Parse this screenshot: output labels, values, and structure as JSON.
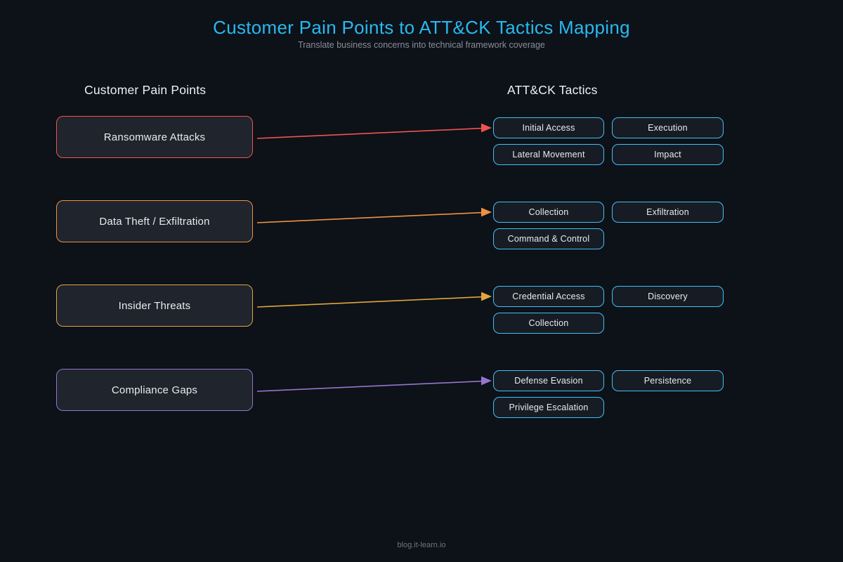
{
  "title": "Customer Pain Points to ATT&CK Tactics Mapping",
  "subtitle": "Translate business concerns into technical framework coverage",
  "columns": {
    "left": "Customer Pain Points",
    "right": "ATT&CK Tactics"
  },
  "footer": "blog.it-learn.io",
  "colors": {
    "background": "#0d1118",
    "title": "#28b9f0",
    "tactic_border": "#42c0f5",
    "ransomware": "#ef5350",
    "data_theft": "#f0913f",
    "insider_threats": "#dfa63e",
    "compliance": "#9575cd"
  },
  "mappings": [
    {
      "pain": "Ransomware Attacks",
      "color": "#ef5350",
      "tactics": [
        "Initial Access",
        "Execution",
        "Lateral Movement",
        "Impact"
      ]
    },
    {
      "pain": "Data Theft / Exfiltration",
      "color": "#f0913f",
      "tactics": [
        "Collection",
        "Exfiltration",
        "Command & Control"
      ]
    },
    {
      "pain": "Insider Threats",
      "color": "#dfa63e",
      "tactics": [
        "Credential Access",
        "Discovery",
        "Collection"
      ]
    },
    {
      "pain": "Compliance Gaps",
      "color": "#9575cd",
      "tactics": [
        "Defense Evasion",
        "Persistence",
        "Privilege Escalation"
      ]
    }
  ]
}
